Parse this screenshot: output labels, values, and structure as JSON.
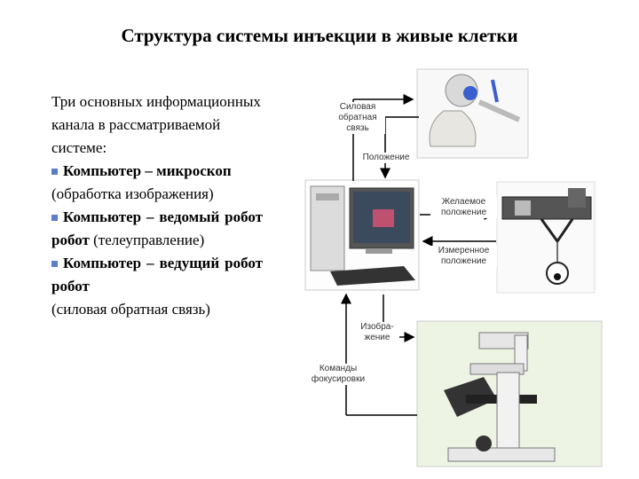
{
  "title": "Структура системы инъекции в живые клетки",
  "left": {
    "intro": "Три основных информационных канала в рассматриваемой системе:",
    "items": [
      {
        "bold": "Компьютер – микроскоп",
        "rest": "(обработка изображения)"
      },
      {
        "bold": "Компьютер – ведомый робот",
        "rest": "(телеуправление)"
      },
      {
        "bold": "Компьютер – ведущий робот",
        "rest": "(силовая обратная связь)"
      }
    ]
  },
  "diagram": {
    "force_feedback": "Силовая обратная связь",
    "position": "Положение",
    "desired_position": "Желаемое положение",
    "measured_position": "Измеренное положение",
    "image": "Изобра- жение",
    "focus_commands": "Команды фокусировки"
  }
}
